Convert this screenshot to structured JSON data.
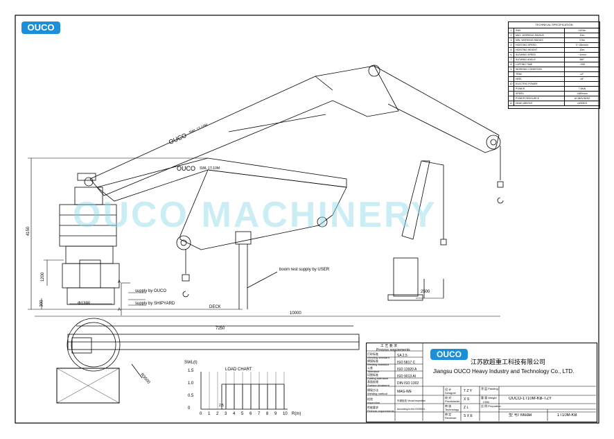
{
  "brand": {
    "logo_text": "OUCO",
    "accent": "#1c8fd8",
    "watermark": "OUCO MACHINERY"
  },
  "spec_table": {
    "title": "TECHNICAL SPECIFICATION",
    "rows": [
      {
        "no": "1",
        "key": "SWL",
        "value": "1t/10m"
      },
      {
        "no": "2",
        "key": "MAX. WORKING RADIUS",
        "value": "10m"
      },
      {
        "no": "3",
        "key": "MIN. WORKING RADIUS",
        "value": "2.5m"
      },
      {
        "no": "4",
        "key": "HOISTING SPEED",
        "value": "0~15m/min"
      },
      {
        "no": "5",
        "key": "HOISTING HEIGHT",
        "value": "20m"
      },
      {
        "no": "6",
        "key": "SLEWING SPEED",
        "value": "~1r/min"
      },
      {
        "no": "7",
        "key": "SLEWING ANGLE",
        "value": "360°"
      },
      {
        "no": "8",
        "key": "LUFFING TIME",
        "value": "~30S"
      },
      {
        "no": "9",
        "key": "WORKING CONDITION",
        "value": ""
      },
      {
        "no": "",
        "key": "TRIM",
        "value": "≤2°"
      },
      {
        "no": "",
        "key": "HEEL",
        "value": "≤5°"
      },
      {
        "no": "10",
        "key": "ELECTRIC POWER",
        "value": ""
      },
      {
        "no": "",
        "key": "POWER",
        "value": "7.5KW"
      },
      {
        "no": "",
        "key": "SPEED",
        "value": "1480r/min"
      },
      {
        "no": "",
        "key": "POWER RESOURCE",
        "value": "AC380V/50HZ"
      },
      {
        "no": "11",
        "key": "DEAD WEIGHT",
        "value": "≈4000KG"
      }
    ]
  },
  "drawing": {
    "boom_label_upper": "SWL 1T-10M",
    "boom_label_lower": "SWL 1T-10M",
    "boom_brand": "OUCO",
    "dim_4150": "4150",
    "dim_1200": "1200",
    "dim_300": "300",
    "dim_1390": "Φ1390",
    "dim_10000": "10000",
    "dim_2500": "2500",
    "dim_7250": "7250",
    "dim_3500": "R3500",
    "section_a": "A",
    "supply_ouco": "supply by OUCO",
    "supply_shipyard": "supply by SHIPYARD",
    "boom_rest": "boom rest supply by USER",
    "deck": "DECK"
  },
  "load_chart": {
    "title": "LOAD CHART",
    "ylabel": "SWL(t)",
    "xlabel": "R(m)",
    "y_ticks": [
      "1.5",
      "1.0",
      "0.5",
      "0"
    ],
    "x_ticks": [
      "0",
      "1",
      "2",
      "3",
      "4",
      "5",
      "6",
      "7",
      "8",
      "9",
      "10"
    ],
    "start_label": "2.5"
  },
  "chart_data": {
    "type": "bar",
    "title": "LOAD CHART",
    "xlabel": "R(m)",
    "ylabel": "SWL(t)",
    "x": [
      2.5,
      3,
      4,
      5,
      6,
      7,
      8,
      9,
      10
    ],
    "values": [
      1,
      1,
      1,
      1,
      1,
      1,
      1,
      1,
      1
    ],
    "xlim": [
      0,
      10
    ],
    "ylim": [
      0,
      1.5
    ]
  },
  "title_block": {
    "process_cn": "工 艺 要 求",
    "process_en": "Process requirements",
    "rows": [
      {
        "cn": "打砂标准",
        "en": "Grinding standard",
        "val": "SA  2.5"
      },
      {
        "cn": "焊接标准",
        "en": "Welding standard",
        "val": "ISO  5817  C"
      },
      {
        "cn": "公差",
        "en": "Tolerance",
        "val": "ISO  13920  A"
      },
      {
        "cn": "切割标准",
        "en": "Cutting tolerance",
        "val": "ISO  9013  AI"
      },
      {
        "cn": "表面处理",
        "en": "Surface treatment",
        "val": "DIN  ISO  1302"
      },
      {
        "cn": "焊接方法",
        "en": "Welding method",
        "val": "MAG-WE"
      },
      {
        "cn": "检验",
        "en": "Inspection",
        "val": "外观检查 Visual inspection"
      },
      {
        "cn": "性能要求",
        "en": "Perform requirements",
        "val": "According to the ISO9001"
      }
    ],
    "company_cn": "江苏欧超重工科技有限公司",
    "company_en": "Jiangsu OUCO Heavy Industry and Technology Co., LTD.",
    "roles": [
      {
        "cn": "设 计",
        "en": "Designer",
        "val": "T Z Y"
      },
      {
        "cn": "校 对",
        "en": "Proofreader",
        "val": "X S"
      },
      {
        "cn": "审 核",
        "en": "Technology",
        "val": "Z L"
      },
      {
        "cn": "审 定",
        "en": "Reviewer",
        "val": "S X E"
      }
    ],
    "right_labels": [
      {
        "cn": "涂 层",
        "en": "Painting"
      },
      {
        "cn": "重 量",
        "en": "Weight",
        "val": "CSM"
      },
      {
        "cn": "比 例",
        "en": "Proportion"
      }
    ],
    "drawing_no": "OUCO-1T10M-KB-TZY",
    "model_label": "型 号/ Model",
    "model_value": "1T10M-KB"
  }
}
